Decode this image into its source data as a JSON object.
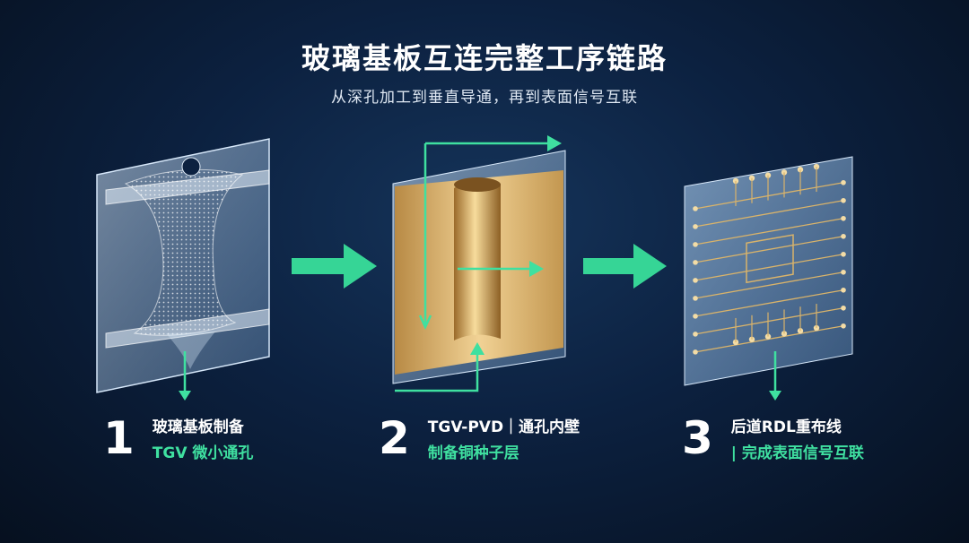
{
  "title": "玻璃基板互连完整工序链路",
  "subtitle": "从深孔加工到垂直导通，再到表面信号互联",
  "colors": {
    "accent": "#3fe0a0",
    "copper": "#d9b36a",
    "glass": "#a9c8e8"
  },
  "steps": [
    {
      "number": "1",
      "line1": "玻璃基板制备",
      "line2": "TGV 微小通孔"
    },
    {
      "number": "2",
      "line1": "TGV-PVD｜通孔内壁",
      "line2": "制备铜种子层"
    },
    {
      "number": "3",
      "line1": "后道RDL重布线",
      "line2": "| 完成表面信号互联"
    }
  ]
}
